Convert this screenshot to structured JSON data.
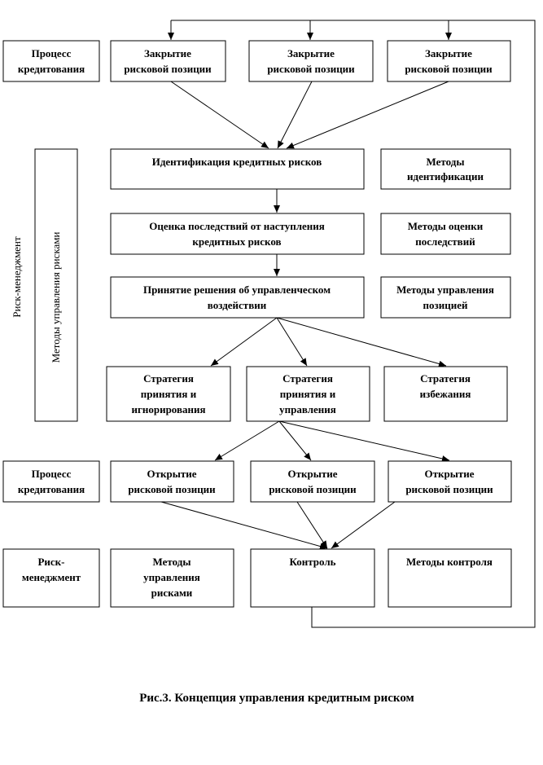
{
  "row1": {
    "process": [
      "Процесс",
      "кредитования"
    ],
    "closing": [
      [
        "Закрытие",
        "рисковой позиции"
      ],
      [
        "Закрытие",
        "рисковой позиции"
      ],
      [
        "Закрытие",
        "рисковой позиции"
      ]
    ]
  },
  "side": {
    "outer": "Риск-менеджмент",
    "inner": "Методы управления рисками"
  },
  "steps": [
    {
      "main": [
        "Идентификация кредитных рисков"
      ],
      "methods": [
        "Методы",
        "идентификации"
      ]
    },
    {
      "main": [
        "Оценка последствий от наступления",
        "кредитных рисков"
      ],
      "methods": [
        "Методы оценки",
        "последствий"
      ]
    },
    {
      "main": [
        "Принятие решения об управленческом",
        "воздействии"
      ],
      "methods": [
        "Методы управления",
        "позицией"
      ]
    }
  ],
  "strategies": [
    [
      "Стратегия",
      "принятия и",
      "игнорирования"
    ],
    [
      "Стратегия",
      "принятия и",
      "управления"
    ],
    [
      "Стратегия",
      "избежания"
    ]
  ],
  "row_open": {
    "process": [
      "Процесс",
      "кредитования"
    ],
    "opening": [
      [
        "Открытие",
        "рисковой позиции"
      ],
      [
        "Открытие",
        "рисковой позиции"
      ],
      [
        "Открытие",
        "рисковой позиции"
      ]
    ]
  },
  "row_last": {
    "risk_mgmt": [
      "Риск-",
      "менеджмент"
    ],
    "methods_mgmt": [
      "Методы",
      "управления",
      "рисками"
    ],
    "control": [
      "Контроль"
    ],
    "control_methods": [
      "Методы контроля"
    ]
  },
  "caption": "Рис.3. Концепция управления кредитным риском"
}
